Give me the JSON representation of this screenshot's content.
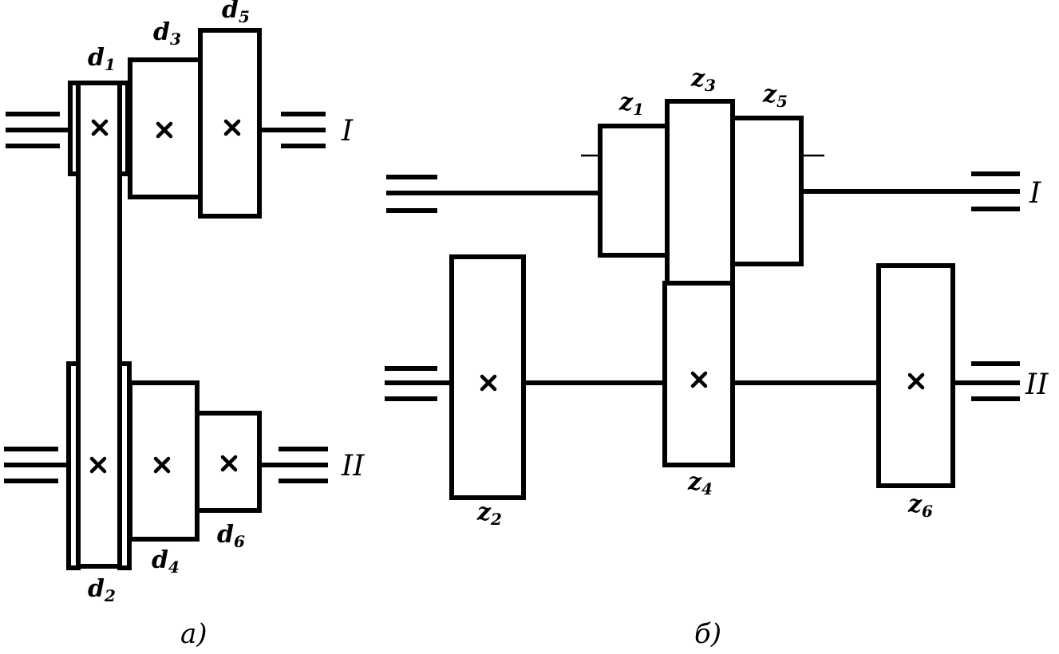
{
  "diagram_a": {
    "caption": "а)",
    "labels": {
      "d1": {
        "base": "d",
        "sub": "1"
      },
      "d2": {
        "base": "d",
        "sub": "2"
      },
      "d3": {
        "base": "d",
        "sub": "3"
      },
      "d4": {
        "base": "d",
        "sub": "4"
      },
      "d5": {
        "base": "d",
        "sub": "5"
      },
      "d6": {
        "base": "d",
        "sub": "6"
      }
    },
    "shaft_I": "I",
    "shaft_II": "II"
  },
  "diagram_b": {
    "caption": "б)",
    "labels": {
      "z1": {
        "base": "z",
        "sub": "1"
      },
      "z2": {
        "base": "z",
        "sub": "2"
      },
      "z3": {
        "base": "z",
        "sub": "3"
      },
      "z4": {
        "base": "z",
        "sub": "4"
      },
      "z5": {
        "base": "z",
        "sub": "5"
      },
      "z6": {
        "base": "z",
        "sub": "6"
      }
    },
    "shaft_I": "I",
    "shaft_II": "II"
  }
}
